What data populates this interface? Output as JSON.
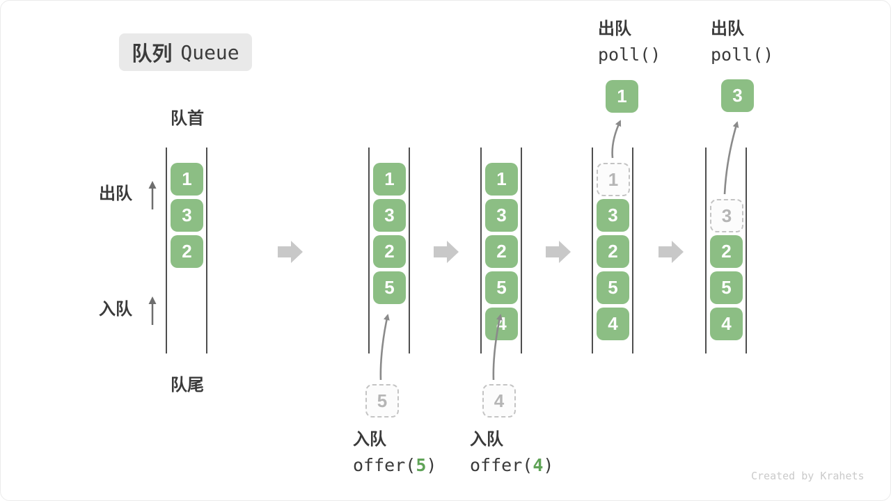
{
  "title": {
    "zh": "队列",
    "en": "Queue"
  },
  "labels": {
    "front": "队首",
    "rear": "队尾",
    "dequeue_side": "出队",
    "enqueue_side": "入队"
  },
  "colors": {
    "box_green": "#8cbe84",
    "code_arg_green": "#5fa357",
    "line_dark": "#4e4e4e",
    "block_arrow_gray": "#c8c8c8",
    "curved_arrow_gray": "#8a8a8a",
    "ghost_border": "#c4c4c4",
    "ghost_text": "#b5b5b5",
    "badge_bg": "#e9e9e9",
    "text_dark": "#3a3a3a"
  },
  "queues": {
    "q1": {
      "slots": [
        "1",
        "3",
        "2"
      ]
    },
    "q2": {
      "slots": [
        "1",
        "3",
        "2",
        "5"
      ],
      "incoming": "5"
    },
    "q3": {
      "slots": [
        "1",
        "3",
        "2",
        "5",
        "4"
      ],
      "incoming": "4"
    },
    "q4": {
      "ghost": "1",
      "slots": [
        "3",
        "2",
        "5",
        "4"
      ],
      "popped": "1"
    },
    "q5": {
      "ghost": "3",
      "slots": [
        "2",
        "5",
        "4"
      ],
      "popped": "3"
    }
  },
  "operations": {
    "enqueue5": {
      "zh": "入队",
      "code_pre": "offer(",
      "arg": "5",
      "code_post": ")"
    },
    "enqueue4": {
      "zh": "入队",
      "code_pre": "offer(",
      "arg": "4",
      "code_post": ")"
    },
    "dequeue1": {
      "zh": "出队",
      "code": "poll()"
    },
    "dequeue2": {
      "zh": "出队",
      "code": "poll()"
    }
  },
  "watermark": "Created by Krahets"
}
